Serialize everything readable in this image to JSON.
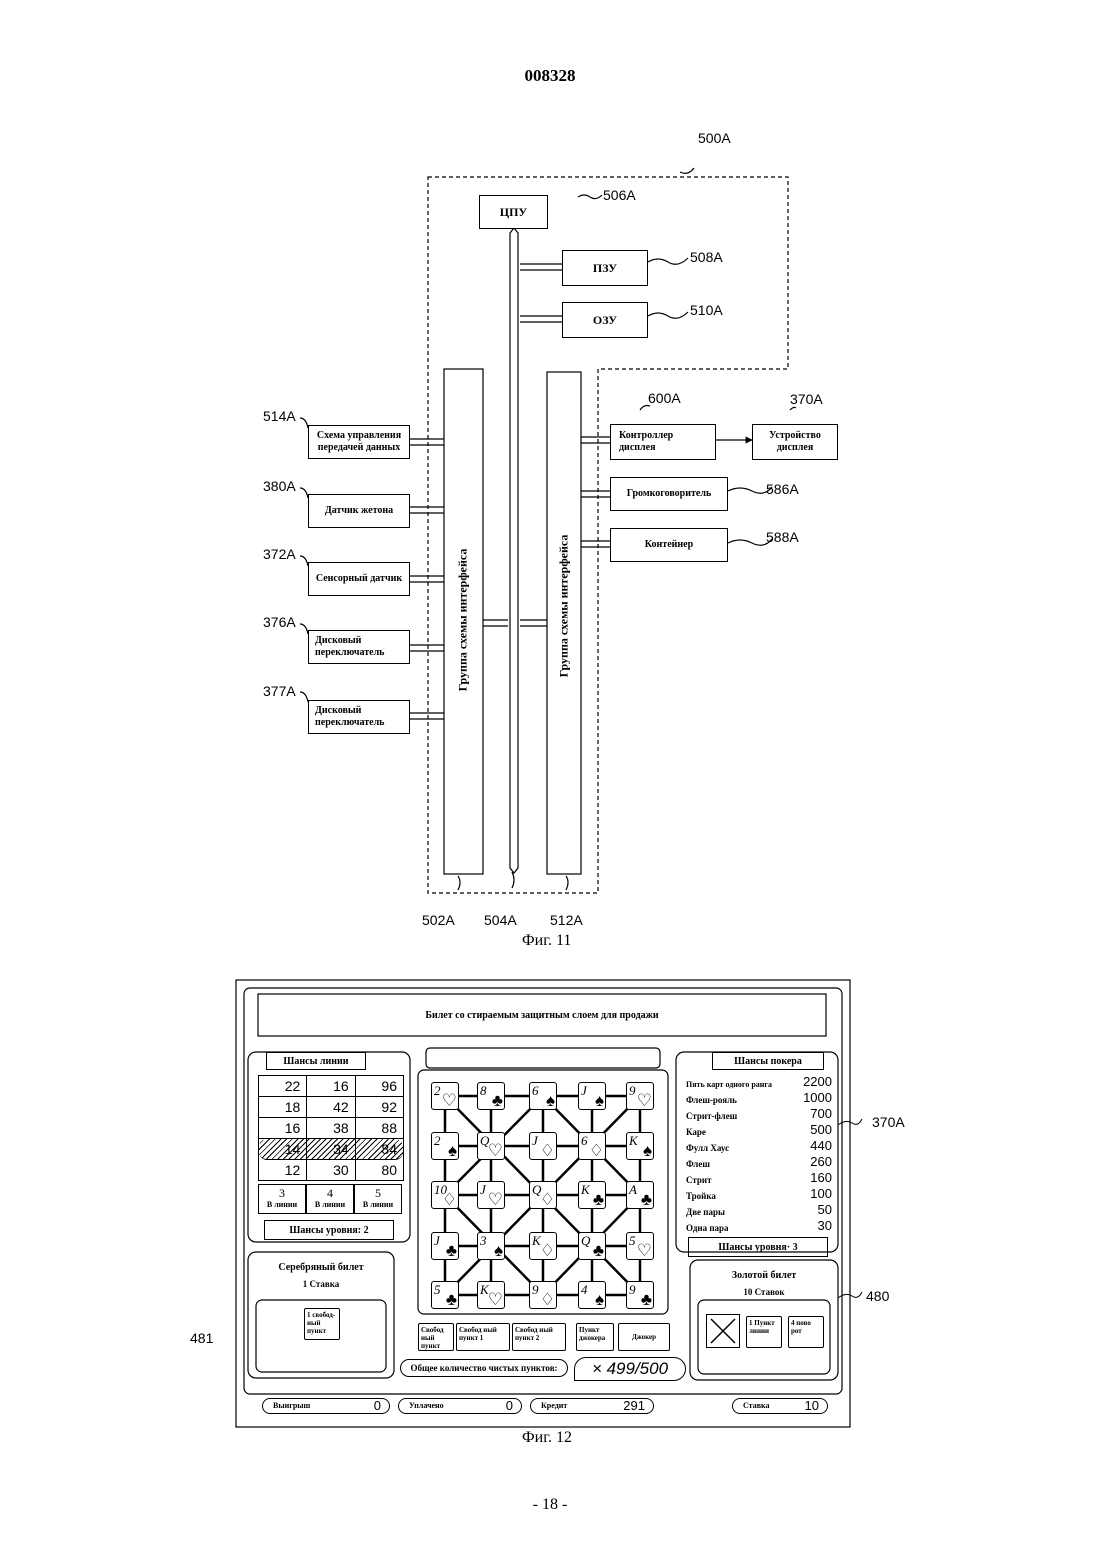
{
  "header": {
    "doc_number": "008328",
    "page_number": "- 18 -"
  },
  "fig11": {
    "caption": "Фиг. 11",
    "refs": {
      "r500A": "500A",
      "r506A": "506A",
      "r508A": "508A",
      "r510A": "510A",
      "r514A": "514A",
      "r380A": "380A",
      "r372A": "372A",
      "r376A": "376A",
      "r377A": "377A",
      "r600A": "600A",
      "r370A": "370A",
      "r586A": "586A",
      "r588A": "588A",
      "r502A": "502A",
      "r504A": "504A",
      "r512A": "512A"
    },
    "blocks": {
      "cpu": "ЦПУ",
      "rom": "ПЗУ",
      "ram": "ОЗУ",
      "comm": "Схема управления передачей данных",
      "token": "Датчик жетона",
      "touch": "Сенсорный датчик",
      "dial1": "Дисковый переключатель",
      "dial2": "Дисковый переключатель",
      "iface_left": "Группа схемы интерфейса",
      "iface_right": "Группа схемы интерфейса",
      "disp_ctrl": "Контроллер дисплея",
      "disp_dev": "Устройство дисплея",
      "speaker": "Громкоговоритель",
      "container": "Контейнер"
    }
  },
  "fig12": {
    "caption": "Фиг. 12",
    "banner": "Билет со стираемым защитным слоем для продажи",
    "line_odds": {
      "title": "Шансы линии",
      "rows": [
        [
          "22",
          "16",
          "96"
        ],
        [
          "18",
          "42",
          "92"
        ],
        [
          "16",
          "38",
          "88"
        ],
        [
          "14",
          "34",
          "84"
        ],
        [
          "12",
          "30",
          "80"
        ]
      ],
      "footer": [
        {
          "num": "3",
          "label": "В линии"
        },
        {
          "num": "4",
          "label": "В линии"
        },
        {
          "num": "5",
          "label": "В линии"
        }
      ],
      "level": "Шансы уровня: 2"
    },
    "poker_odds": {
      "title": "Шансы покера",
      "rows": [
        {
          "name": "Пять карт одного ранга",
          "value": "2200"
        },
        {
          "name": "Флеш-рояль",
          "value": "1000"
        },
        {
          "name": "Стрит-флеш",
          "value": "700"
        },
        {
          "name": "Каре",
          "value": "500"
        },
        {
          "name": "Фулл Хаус",
          "value": "440"
        },
        {
          "name": "Флеш",
          "value": "260"
        },
        {
          "name": "Стрит",
          "value": "160"
        },
        {
          "name": "Тройка",
          "value": "100"
        },
        {
          "name": "Две пары",
          "value": "50"
        },
        {
          "name": "Одна пара",
          "value": "30"
        }
      ],
      "level": "Шансы уровня· 3"
    },
    "cards": [
      [
        {
          "r": "2",
          "s": "♡"
        },
        {
          "r": "8",
          "s": "♣"
        },
        {
          "r": "6",
          "s": "♠"
        },
        {
          "r": "J",
          "s": "♠"
        },
        {
          "r": "9",
          "s": "♡"
        }
      ],
      [
        {
          "r": "2",
          "s": "♠"
        },
        {
          "r": "Q",
          "s": "♡"
        },
        {
          "r": "J",
          "s": "♢"
        },
        {
          "r": "6",
          "s": "♢"
        },
        {
          "r": "K",
          "s": "♠"
        }
      ],
      [
        {
          "r": "10",
          "s": "♢"
        },
        {
          "r": "J",
          "s": "♡"
        },
        {
          "r": "Q",
          "s": "♢"
        },
        {
          "r": "K",
          "s": "♣"
        },
        {
          "r": "A",
          "s": "♣"
        }
      ],
      [
        {
          "r": "J",
          "s": "♣"
        },
        {
          "r": "3",
          "s": "♠"
        },
        {
          "r": "K",
          "s": "♢"
        },
        {
          "r": "Q",
          "s": "♣"
        },
        {
          "r": "5",
          "s": "♡"
        }
      ],
      [
        {
          "r": "5",
          "s": "♣"
        },
        {
          "r": "K",
          "s": "♡"
        },
        {
          "r": "9",
          "s": "♢"
        },
        {
          "r": "4",
          "s": "♠"
        },
        {
          "r": "9",
          "s": "♣"
        }
      ]
    ],
    "silver": {
      "title": "Серебряный билет",
      "bet": "1 Ставка",
      "item": "1 свобод-ный пункт"
    },
    "gold": {
      "title": "Золотой билет",
      "bet": "10 Ставок",
      "item1": "1 Пункт линии",
      "item2": "4 пово рот"
    },
    "buttons": [
      "Свобод ный пункт",
      "Свобод ный пункт 1",
      "Свобод ный пункт 2",
      "Пункт джокера",
      "Джокер"
    ],
    "total_label": "Общее количество чистых пунктов:",
    "total_value": "× 499/500",
    "status": {
      "win_label": "Выигрыш",
      "win": "0",
      "paid_label": "Уплачено",
      "paid": "0",
      "credit_label": "Кредит",
      "credit": "291",
      "bet_label": "Ставка",
      "bet": "10"
    },
    "refs": {
      "r370A": "370A",
      "r480": "480",
      "r481": "481"
    }
  }
}
